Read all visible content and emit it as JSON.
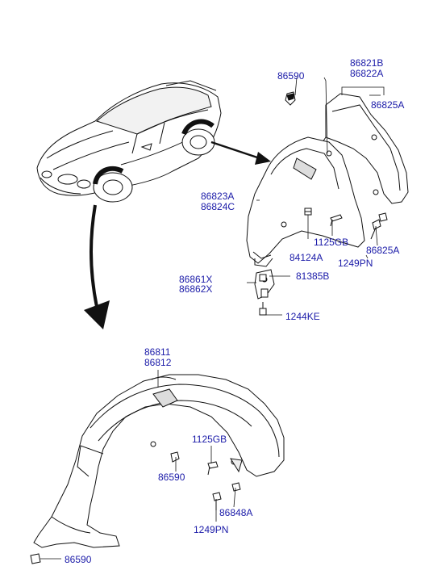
{
  "colors": {
    "label": "#1a1aa8",
    "line": "#111111",
    "shade": "#c8c8c8",
    "arrow": "#111111"
  },
  "labels": {
    "p86590_top": "86590",
    "p86821B": "86821B",
    "p86822A": "86822A",
    "p86825A_top": "86825A",
    "p86823A": "86823A",
    "p86824C": "86824C",
    "p1125GB_top": "1125GB",
    "p86825A_mid": "86825A",
    "p84124A": "84124A",
    "p1249PN_top": "1249PN",
    "p86861X": "86861X",
    "p86862X": "86862X",
    "p81385B": "81385B",
    "p1244KE": "1244KE",
    "p86811": "86811",
    "p86812": "86812",
    "p1125GB_bot": "1125GB",
    "p86590_mid": "86590",
    "p86848A": "86848A",
    "p1249PN_bot": "1249PN",
    "p86590_bot": "86590"
  }
}
